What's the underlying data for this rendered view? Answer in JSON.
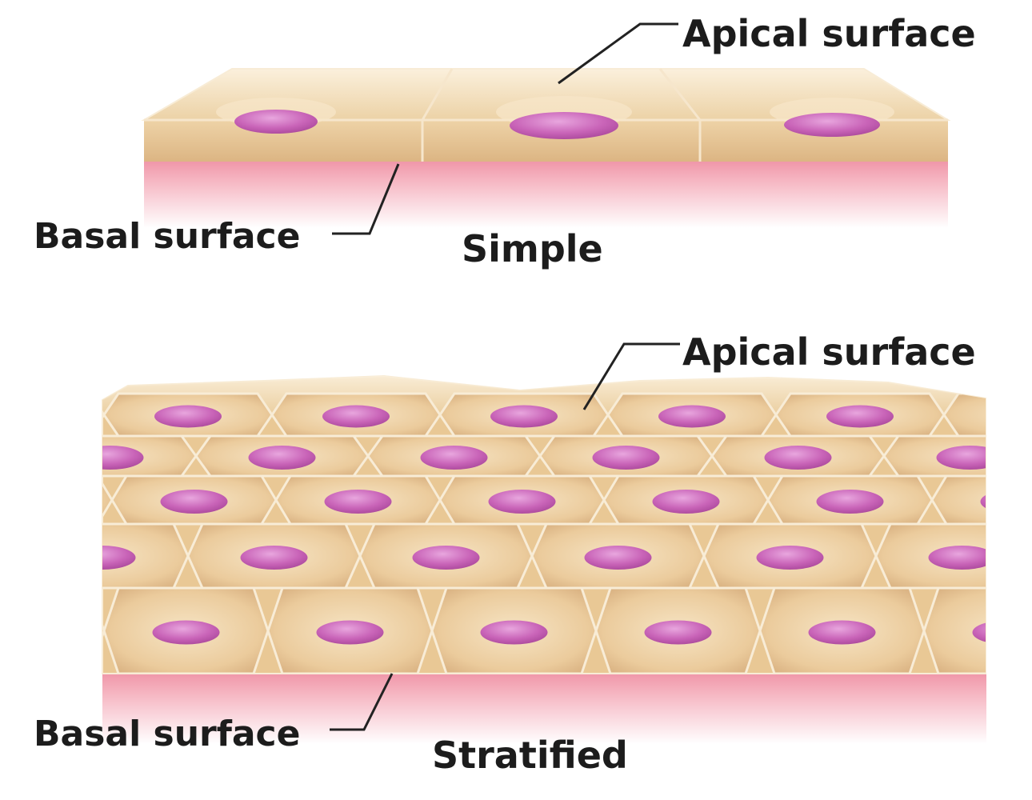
{
  "simple": {
    "apical_label": "Apical surface",
    "basal_label": "Basal surface",
    "caption": "Simple"
  },
  "stratified": {
    "apical_label": "Apical surface",
    "basal_label": "Basal surface",
    "caption": "Stratified"
  },
  "colors": {
    "cell_light": "#f3dcb6",
    "cell_mid": "#e8c898",
    "cell_dark": "#d4ad78",
    "cell_border": "#f8ecd6",
    "nucleus": "#c25bb0",
    "nucleus_light": "#e49ad8",
    "basement_pink": "#f4a4b4",
    "leader_line": "#222222"
  }
}
